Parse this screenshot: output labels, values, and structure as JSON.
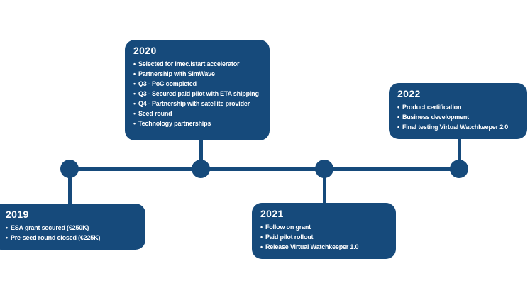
{
  "ui": {
    "bullet_glyph": "•"
  },
  "colors": {
    "accent": "#164a7b",
    "background": "#ffffff",
    "text": "#ffffff"
  },
  "timeline": {
    "type": "horizontal-milestone-timeline",
    "milestones": [
      {
        "year": "2019",
        "position": "below",
        "items": [
          "ESA grant secured (€250K)",
          "Pre-seed round closed (€225K)"
        ]
      },
      {
        "year": "2020",
        "position": "above",
        "items": [
          "Selected for imec.istart accelerator",
          "Partnership with SimWave",
          "Q3 - PoC completed",
          "Q3 - Secured paid pilot with ETA shipping",
          "Q4 - Partnership with satellite provider",
          "Seed round",
          "Technology partnerships"
        ]
      },
      {
        "year": "2021",
        "position": "below",
        "items": [
          "Follow on grant",
          "Paid pilot rollout",
          "Release Virtual Watchkeeper 1.0"
        ]
      },
      {
        "year": "2022",
        "position": "above",
        "items": [
          "Product certification",
          "Business development",
          "Final testing Virtual Watchkeeper 2.0"
        ]
      }
    ]
  }
}
